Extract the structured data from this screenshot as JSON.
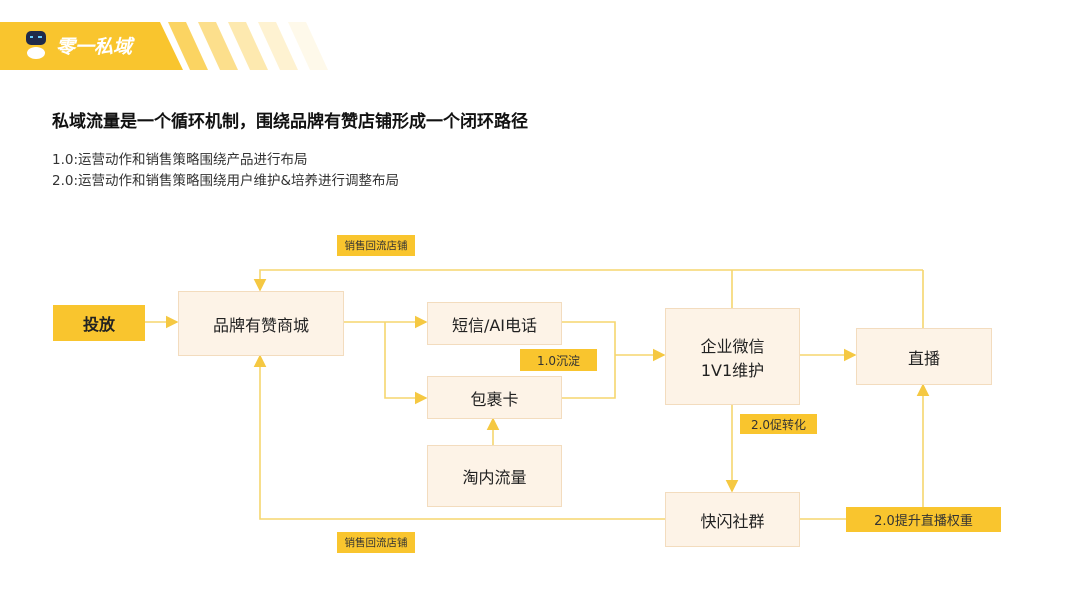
{
  "brand": {
    "logo_text": "零一私域"
  },
  "title": "私域流量是一个循环机制，围绕品牌有赞店铺形成一个闭环路径",
  "subtitles": [
    "1.0:运营动作和销售策略围绕产品进行布局",
    "2.0:运营动作和销售策略围绕用户维护&培养进行调整布局"
  ],
  "nodes": {
    "launch": "投放",
    "mall": "品牌有赞商城",
    "sms": "短信/AI电话",
    "card": "包裹卡",
    "taobao": "淘内流量",
    "wecom_line1": "企业微信",
    "wecom_line2": "1V1维护",
    "live": "直播",
    "flash": "快闪社群"
  },
  "tags": {
    "return_top": "销售回流店铺",
    "return_bottom": "销售回流店铺",
    "settle": "1.0沉淀",
    "convert": "2.0促转化",
    "boost": "2.0提升直播权重"
  },
  "colors": {
    "accent": "#F9C52E",
    "box_fill": "#FDF3E7",
    "line": "#F5D66E"
  }
}
